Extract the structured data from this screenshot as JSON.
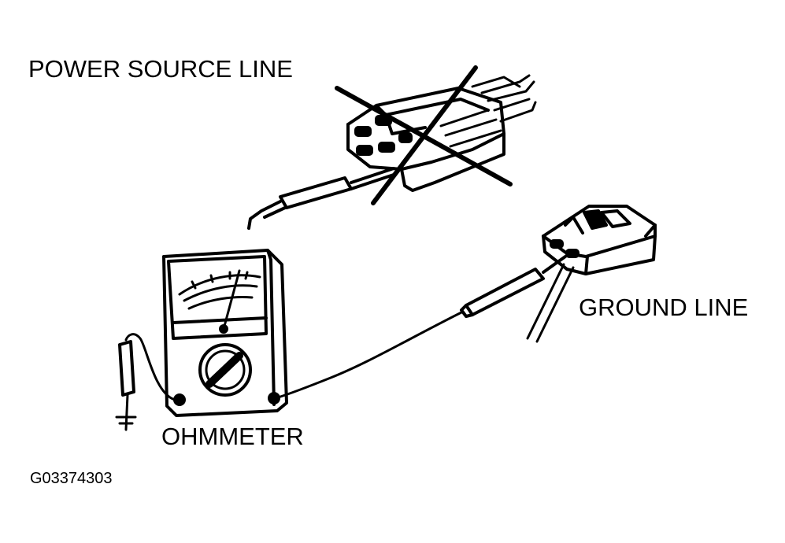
{
  "labels": {
    "power_source_line": "POWER SOURCE LINE",
    "ground_line": "GROUND LINE",
    "ohmmeter": "OHMMETER",
    "figure_code": "G03374303"
  },
  "colors": {
    "ink": "#000000",
    "paper": "#ffffff"
  }
}
